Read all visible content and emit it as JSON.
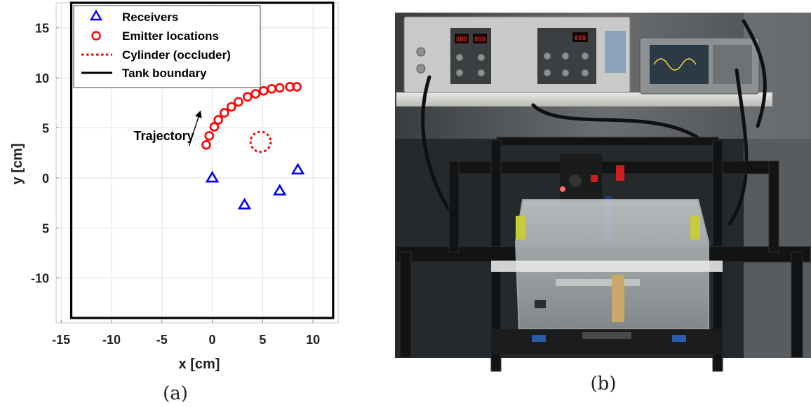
{
  "figure": {
    "panel_a_caption": "(a)",
    "panel_b_caption": "(b)"
  },
  "chart_data": {
    "type": "scatter",
    "title": "",
    "xlabel": "x [cm]",
    "ylabel": "y [cm]",
    "xlim": [
      -15.5,
      12.5
    ],
    "ylim": [
      -14.5,
      17.5
    ],
    "xticks": [
      -15,
      -10,
      -5,
      0,
      5,
      10
    ],
    "xtick_labels": [
      "-15",
      "-10",
      "-5",
      "0",
      "5",
      "10"
    ],
    "yticks": [
      15,
      10,
      5,
      0,
      -5,
      -10
    ],
    "ytick_labels": [
      "15",
      "10",
      "5",
      "0",
      "5",
      "-10"
    ],
    "grid": true,
    "legend_position": "top-left",
    "legend": [
      {
        "label": "Receivers",
        "marker": "triangle",
        "color": "#0000ff"
      },
      {
        "label": "Emitter locations",
        "marker": "circle",
        "color": "#ff0000"
      },
      {
        "label": "Cylinder (occluder)",
        "marker": "dotted-line",
        "color": "#ff0000"
      },
      {
        "label": "Tank boundary",
        "marker": "solid-line",
        "color": "#000000"
      }
    ],
    "series": [
      {
        "name": "Receivers",
        "color": "#0000ff",
        "points": [
          {
            "x": 0.0,
            "y": 0.0
          },
          {
            "x": 3.2,
            "y": -2.7
          },
          {
            "x": 6.7,
            "y": -1.3
          },
          {
            "x": 8.5,
            "y": 0.8
          }
        ]
      },
      {
        "name": "Emitter locations",
        "color": "#ff0000",
        "points": [
          {
            "x": -0.6,
            "y": 3.3
          },
          {
            "x": -0.3,
            "y": 4.2
          },
          {
            "x": 0.2,
            "y": 5.1
          },
          {
            "x": 0.6,
            "y": 5.8
          },
          {
            "x": 1.2,
            "y": 6.5
          },
          {
            "x": 1.9,
            "y": 7.1
          },
          {
            "x": 2.6,
            "y": 7.6
          },
          {
            "x": 3.5,
            "y": 8.1
          },
          {
            "x": 4.3,
            "y": 8.4
          },
          {
            "x": 5.1,
            "y": 8.7
          },
          {
            "x": 5.9,
            "y": 8.9
          },
          {
            "x": 6.7,
            "y": 9.0
          },
          {
            "x": 7.7,
            "y": 9.1
          },
          {
            "x": 8.4,
            "y": 9.1
          }
        ]
      },
      {
        "name": "Cylinder (occluder)",
        "color": "#ff0000",
        "center": {
          "x": 4.8,
          "y": 3.6
        },
        "radius": 1.0
      },
      {
        "name": "Tank boundary",
        "color": "#000000",
        "bounds": {
          "x_min": -14.0,
          "x_max": 12.0,
          "y_min": -14.0,
          "y_max": 17.5
        }
      }
    ],
    "annotations": [
      {
        "text": "Trajectory",
        "anchor_x": -4.8,
        "anchor_y": 4.2,
        "arrow_from": {
          "x": -2.3,
          "y": 3.2
        },
        "arrow_to": {
          "x": -1.2,
          "y": 6.6
        }
      }
    ]
  },
  "photo": {
    "screen_texts": [
      "888",
      "888",
      "888"
    ]
  }
}
